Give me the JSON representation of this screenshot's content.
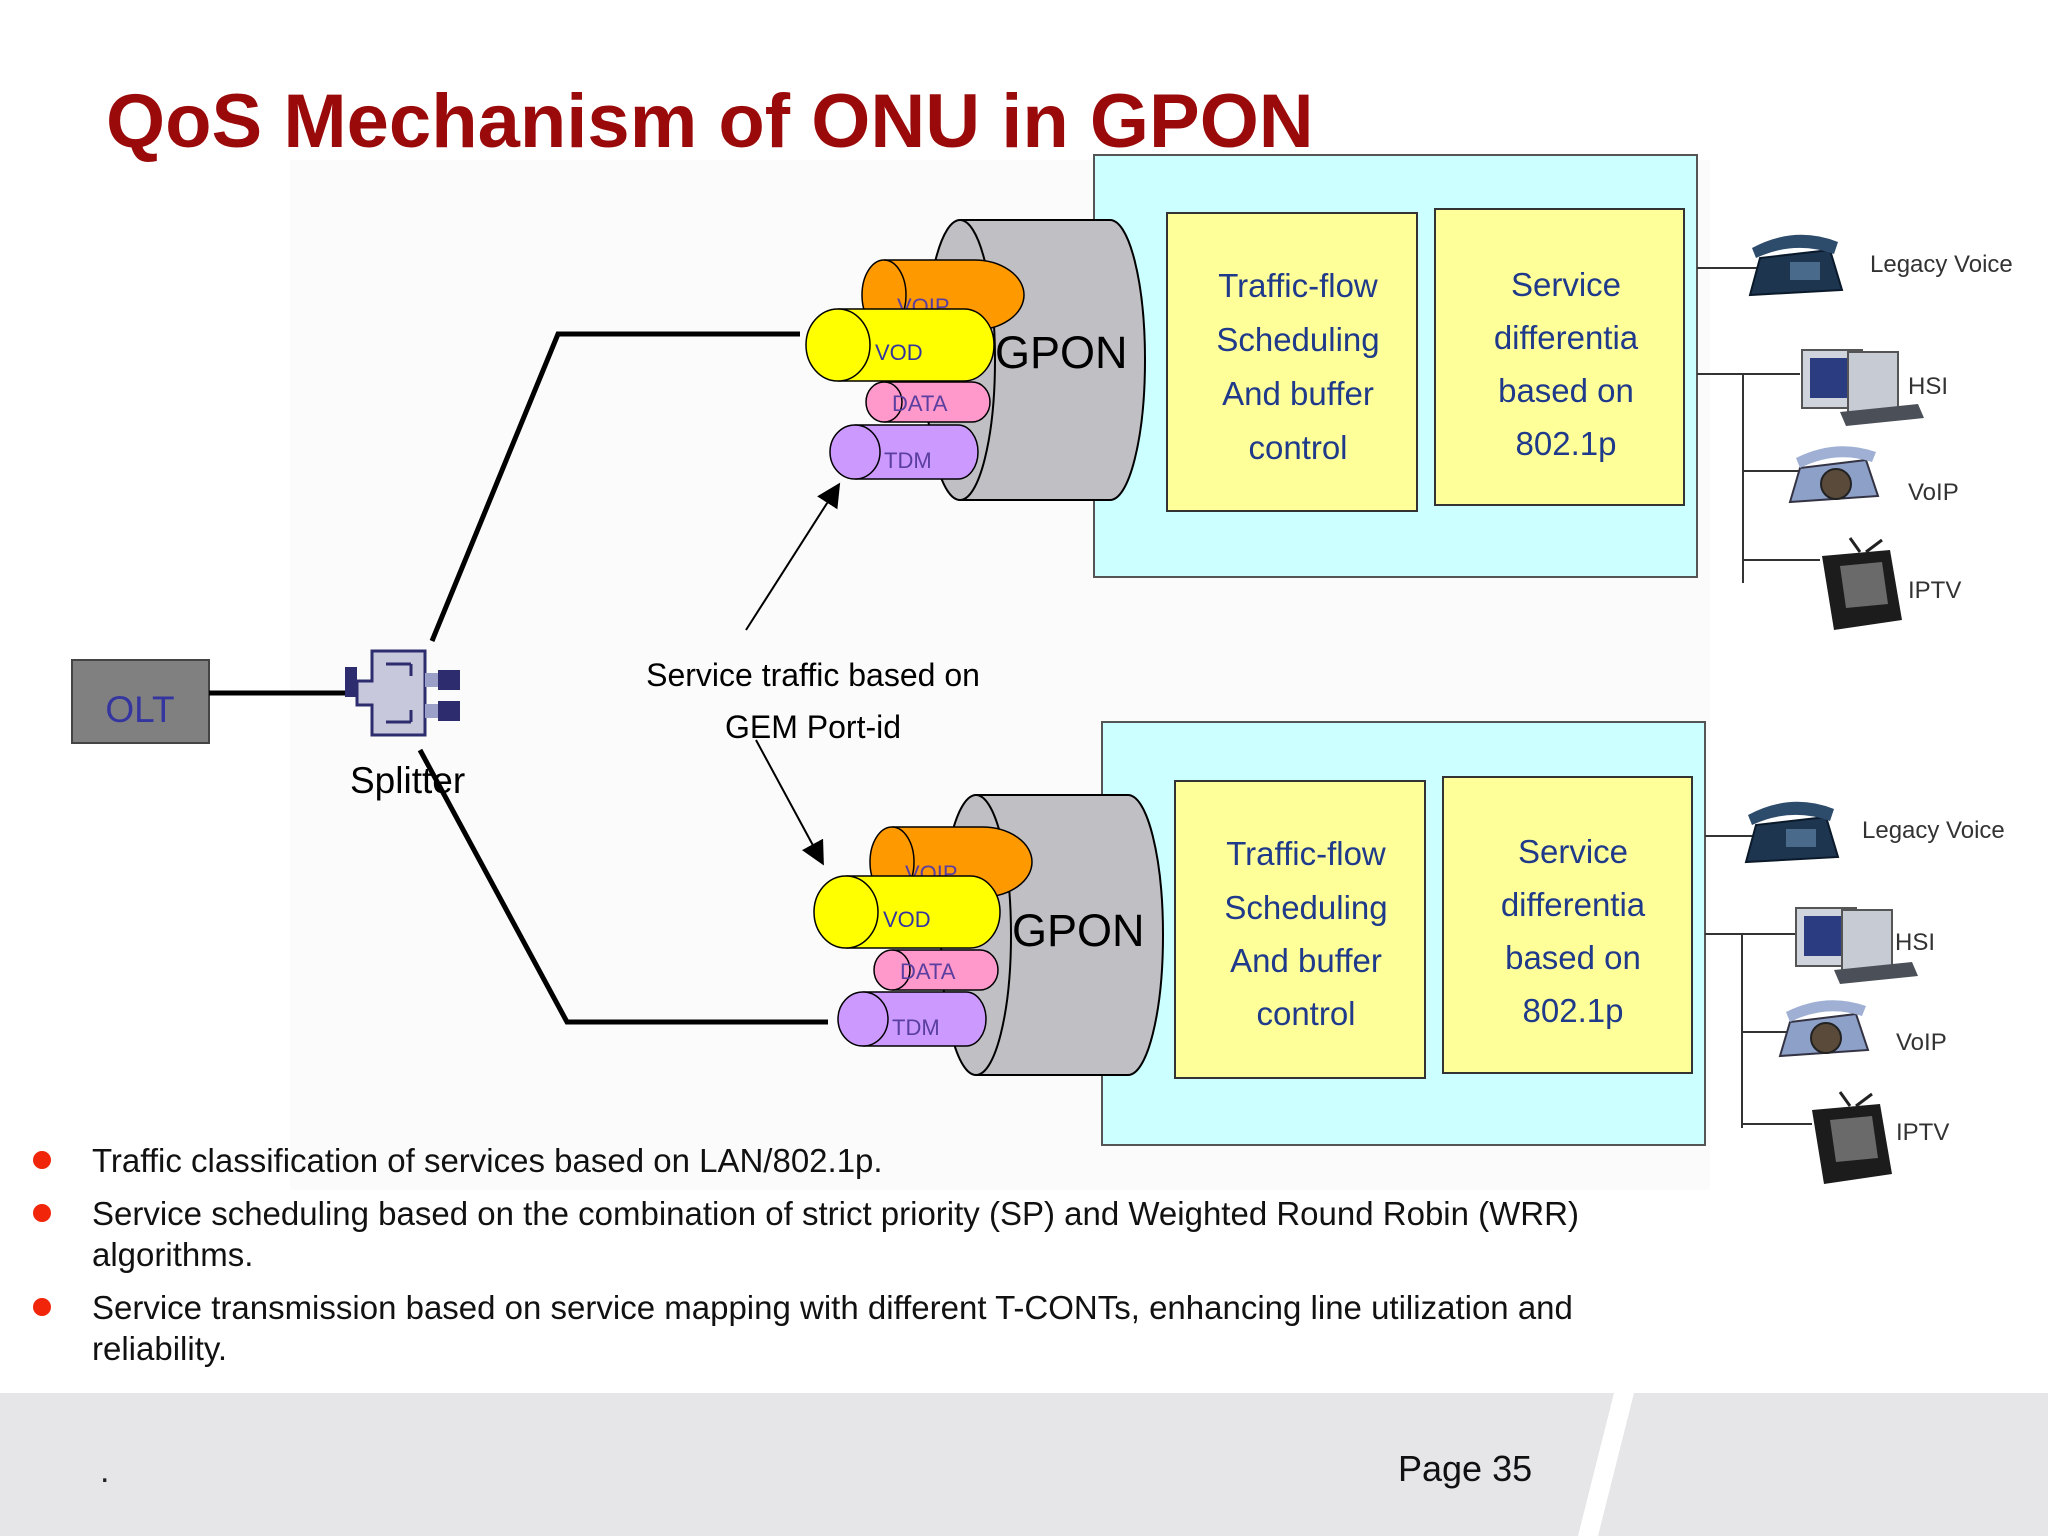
{
  "slide": {
    "title": "QoS Mechanism of ONU in GPON",
    "page_label": "Page 35",
    "footer_mark": "."
  },
  "diagram": {
    "olt_label": "OLT",
    "splitter_label": "Splitter",
    "annotation_line1": "Service traffic based on",
    "annotation_line2": "GEM Port-id",
    "onus": [
      {
        "gpon_label": "GPON",
        "services": [
          "VOIP",
          "VOD",
          "DATA",
          "TDM"
        ],
        "box1": [
          "Traffic-flow",
          "Scheduling",
          "And buffer",
          "control"
        ],
        "box2": [
          "Service",
          "differentia",
          "based on",
          "802.1p"
        ],
        "terminals": [
          "Legacy Voice",
          "HSI",
          "VoIP",
          "IPTV"
        ]
      },
      {
        "gpon_label": "GPON",
        "services": [
          "VOIP",
          "VOD",
          "DATA",
          "TDM"
        ],
        "box1": [
          "Traffic-flow",
          "Scheduling",
          "And buffer",
          "control"
        ],
        "box2": [
          "Service",
          "differentia",
          "based on",
          "802.1p"
        ],
        "terminals": [
          "Legacy Voice",
          "HSI",
          "VoIP",
          "IPTV"
        ]
      }
    ]
  },
  "bullets": [
    "Traffic classification of services based on LAN/802.1p.",
    "Service scheduling based on the combination of strict priority (SP) and Weighted Round Robin (WRR) algorithms.",
    "Service transmission based on service mapping with different T-CONTs, enhancing line utilization and reliability."
  ],
  "colors": {
    "title": "#9b0a0a",
    "onu_panel": "#ccffff",
    "yellow_box": "#ffff99",
    "voip": "#ff9900",
    "vod": "#ffff00",
    "data": "#ff99cc",
    "tdm": "#cc99ff",
    "bullet_dot": "#f0250a"
  }
}
